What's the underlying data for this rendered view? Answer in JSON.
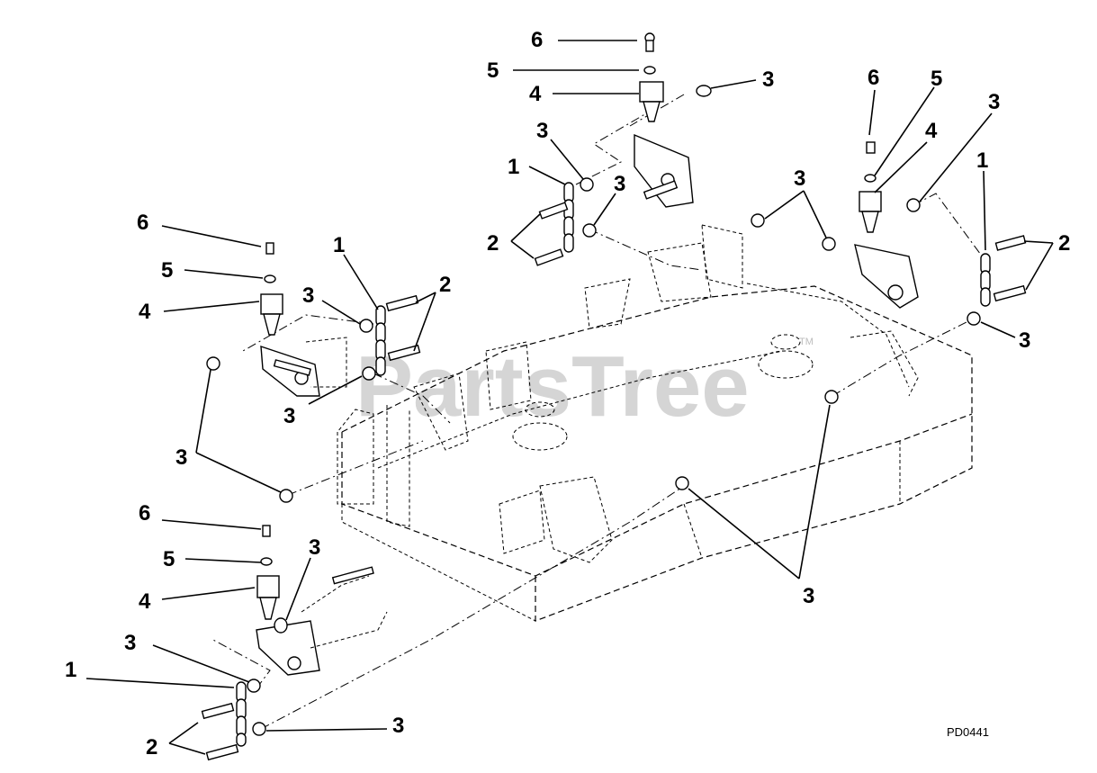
{
  "diagram": {
    "figure_code": "PD0441",
    "watermark": "PartsTree",
    "watermark_mark": "TM",
    "callouts": [
      {
        "id": "c-6a",
        "label": "6"
      },
      {
        "id": "c-5a",
        "label": "5"
      },
      {
        "id": "c-4a",
        "label": "4"
      },
      {
        "id": "c-3a",
        "label": "3"
      },
      {
        "id": "c-3b",
        "label": "3"
      },
      {
        "id": "c-1a",
        "label": "1"
      },
      {
        "id": "c-3c",
        "label": "3"
      },
      {
        "id": "c-2a",
        "label": "2"
      },
      {
        "id": "c-6b",
        "label": "6"
      },
      {
        "id": "c-5b",
        "label": "5"
      },
      {
        "id": "c-4b",
        "label": "4"
      },
      {
        "id": "c-3d",
        "label": "3"
      },
      {
        "id": "c-3e",
        "label": "3"
      },
      {
        "id": "c-1b",
        "label": "1"
      },
      {
        "id": "c-2b",
        "label": "2"
      },
      {
        "id": "c-3f",
        "label": "3"
      },
      {
        "id": "c-3g",
        "label": "3"
      },
      {
        "id": "c-6c",
        "label": "6"
      },
      {
        "id": "c-5c",
        "label": "5"
      },
      {
        "id": "c-4c",
        "label": "4"
      },
      {
        "id": "c-3h",
        "label": "3"
      },
      {
        "id": "c-1c",
        "label": "1"
      },
      {
        "id": "c-2c",
        "label": "2"
      },
      {
        "id": "c-3i",
        "label": "3"
      },
      {
        "id": "c-3j",
        "label": "3"
      },
      {
        "id": "c-3k",
        "label": "3"
      },
      {
        "id": "c-6d",
        "label": "6"
      },
      {
        "id": "c-5d",
        "label": "5"
      },
      {
        "id": "c-4d",
        "label": "4"
      },
      {
        "id": "c-3l",
        "label": "3"
      },
      {
        "id": "c-3m",
        "label": "3"
      },
      {
        "id": "c-1d",
        "label": "1"
      },
      {
        "id": "c-2d",
        "label": "2"
      },
      {
        "id": "c-3n",
        "label": "3"
      }
    ]
  }
}
